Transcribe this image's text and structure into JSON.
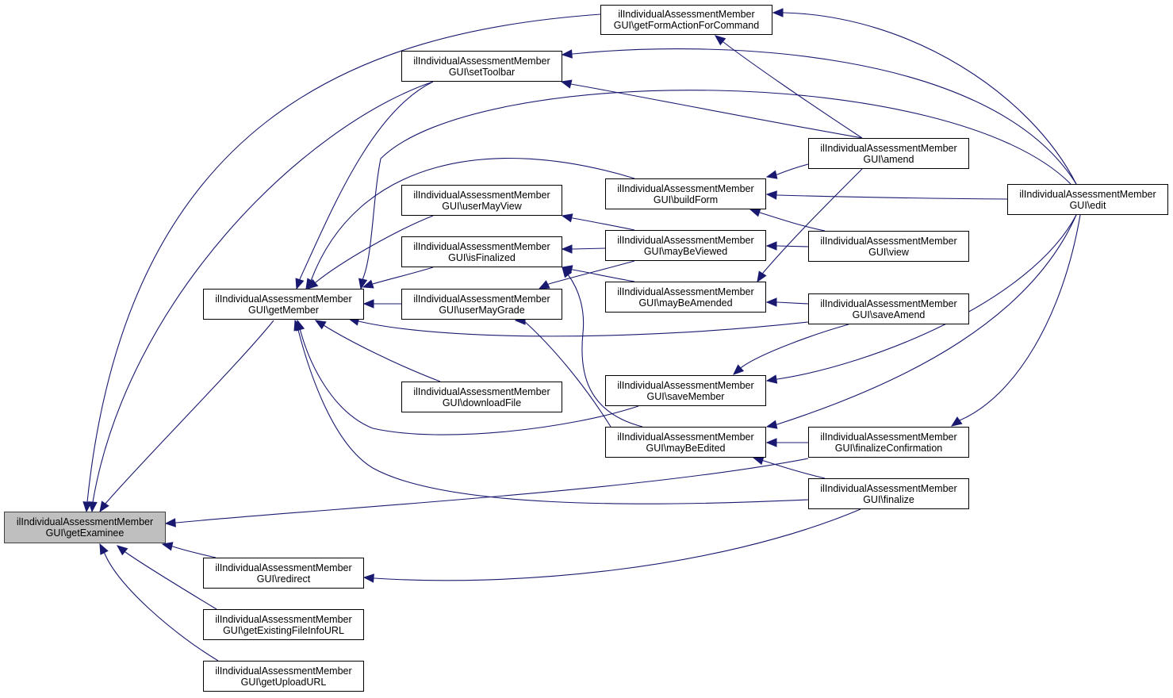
{
  "diagram": {
    "type": "call-graph",
    "colors": {
      "edge": "#191970",
      "focus_fill": "#bfbfbf",
      "node_fill": "#ffffff",
      "node_border": "#000000"
    },
    "nodes": [
      {
        "id": "getExaminee",
        "line1": "ilIndividualAssessmentMember",
        "line2": "GUI\\getExaminee",
        "focus": true
      },
      {
        "id": "getFormActionForCommand",
        "line1": "ilIndividualAssessmentMember",
        "line2": "GUI\\getFormActionForCommand"
      },
      {
        "id": "setToolbar",
        "line1": "ilIndividualAssessmentMember",
        "line2": "GUI\\setToolbar"
      },
      {
        "id": "getMember",
        "line1": "ilIndividualAssessmentMember",
        "line2": "GUI\\getMember"
      },
      {
        "id": "userMayView",
        "line1": "ilIndividualAssessmentMember",
        "line2": "GUI\\userMayView"
      },
      {
        "id": "isFinalized",
        "line1": "ilIndividualAssessmentMember",
        "line2": "GUI\\isFinalized"
      },
      {
        "id": "userMayGrade",
        "line1": "ilIndividualAssessmentMember",
        "line2": "GUI\\userMayGrade"
      },
      {
        "id": "downloadFile",
        "line1": "ilIndividualAssessmentMember",
        "line2": "GUI\\downloadFile"
      },
      {
        "id": "buildForm",
        "line1": "ilIndividualAssessmentMember",
        "line2": "GUI\\buildForm"
      },
      {
        "id": "mayBeViewed",
        "line1": "ilIndividualAssessmentMember",
        "line2": "GUI\\mayBeViewed"
      },
      {
        "id": "mayBeAmended",
        "line1": "ilIndividualAssessmentMember",
        "line2": "GUI\\mayBeAmended"
      },
      {
        "id": "saveMember",
        "line1": "ilIndividualAssessmentMember",
        "line2": "GUI\\saveMember"
      },
      {
        "id": "mayBeEdited",
        "line1": "ilIndividualAssessmentMember",
        "line2": "GUI\\mayBeEdited"
      },
      {
        "id": "amend",
        "line1": "ilIndividualAssessmentMember",
        "line2": "GUI\\amend"
      },
      {
        "id": "view",
        "line1": "ilIndividualAssessmentMember",
        "line2": "GUI\\view"
      },
      {
        "id": "saveAmend",
        "line1": "ilIndividualAssessmentMember",
        "line2": "GUI\\saveAmend"
      },
      {
        "id": "finalizeConfirmation",
        "line1": "ilIndividualAssessmentMember",
        "line2": "GUI\\finalizeConfirmation"
      },
      {
        "id": "finalize",
        "line1": "ilIndividualAssessmentMember",
        "line2": "GUI\\finalize"
      },
      {
        "id": "edit",
        "line1": "ilIndividualAssessmentMember",
        "line2": "GUI\\edit"
      },
      {
        "id": "redirect",
        "line1": "ilIndividualAssessmentMember",
        "line2": "GUI\\redirect"
      },
      {
        "id": "getExistingFileInfoURL",
        "line1": "ilIndividualAssessmentMember",
        "line2": "GUI\\getExistingFileInfoURL"
      },
      {
        "id": "getUploadURL",
        "line1": "ilIndividualAssessmentMember",
        "line2": "GUI\\getUploadURL"
      }
    ],
    "edges": [
      {
        "from": "getFormActionForCommand",
        "to": "getExaminee"
      },
      {
        "from": "setToolbar",
        "to": "getExaminee"
      },
      {
        "from": "getMember",
        "to": "getExaminee"
      },
      {
        "from": "finalizeConfirmation",
        "to": "getExaminee"
      },
      {
        "from": "redirect",
        "to": "getExaminee"
      },
      {
        "from": "getExistingFileInfoURL",
        "to": "getExaminee"
      },
      {
        "from": "getUploadURL",
        "to": "getExaminee"
      },
      {
        "from": "edit",
        "to": "getFormActionForCommand"
      },
      {
        "from": "amend",
        "to": "getFormActionForCommand"
      },
      {
        "from": "edit",
        "to": "setToolbar"
      },
      {
        "from": "amend",
        "to": "setToolbar"
      },
      {
        "from": "setToolbar",
        "to": "getMember"
      },
      {
        "from": "edit",
        "to": "getMember"
      },
      {
        "from": "buildForm",
        "to": "getMember"
      },
      {
        "from": "userMayView",
        "to": "getMember"
      },
      {
        "from": "isFinalized",
        "to": "getMember"
      },
      {
        "from": "userMayGrade",
        "to": "getMember"
      },
      {
        "from": "saveAmend",
        "to": "getMember"
      },
      {
        "from": "downloadFile",
        "to": "getMember"
      },
      {
        "from": "saveMember",
        "to": "getMember"
      },
      {
        "from": "finalize",
        "to": "getMember"
      },
      {
        "from": "amend",
        "to": "buildForm"
      },
      {
        "from": "edit",
        "to": "buildForm"
      },
      {
        "from": "view",
        "to": "buildForm"
      },
      {
        "from": "mayBeViewed",
        "to": "userMayView"
      },
      {
        "from": "mayBeViewed",
        "to": "isFinalized"
      },
      {
        "from": "mayBeAmended",
        "to": "isFinalized"
      },
      {
        "from": "mayBeEdited",
        "to": "isFinalized"
      },
      {
        "from": "mayBeViewed",
        "to": "userMayGrade"
      },
      {
        "from": "mayBeEdited",
        "to": "userMayGrade"
      },
      {
        "from": "view",
        "to": "mayBeViewed"
      },
      {
        "from": "amend",
        "to": "mayBeAmended"
      },
      {
        "from": "saveAmend",
        "to": "mayBeAmended"
      },
      {
        "from": "edit",
        "to": "saveMember"
      },
      {
        "from": "saveAmend",
        "to": "saveMember"
      },
      {
        "from": "edit",
        "to": "mayBeEdited"
      },
      {
        "from": "finalizeConfirmation",
        "to": "mayBeEdited"
      },
      {
        "from": "finalize",
        "to": "mayBeEdited"
      },
      {
        "from": "edit",
        "to": "finalizeConfirmation"
      },
      {
        "from": "finalize",
        "to": "redirect"
      },
      {
        "from": "edit",
        "to": "getFormActionForCommand",
        "dup": true
      }
    ]
  }
}
